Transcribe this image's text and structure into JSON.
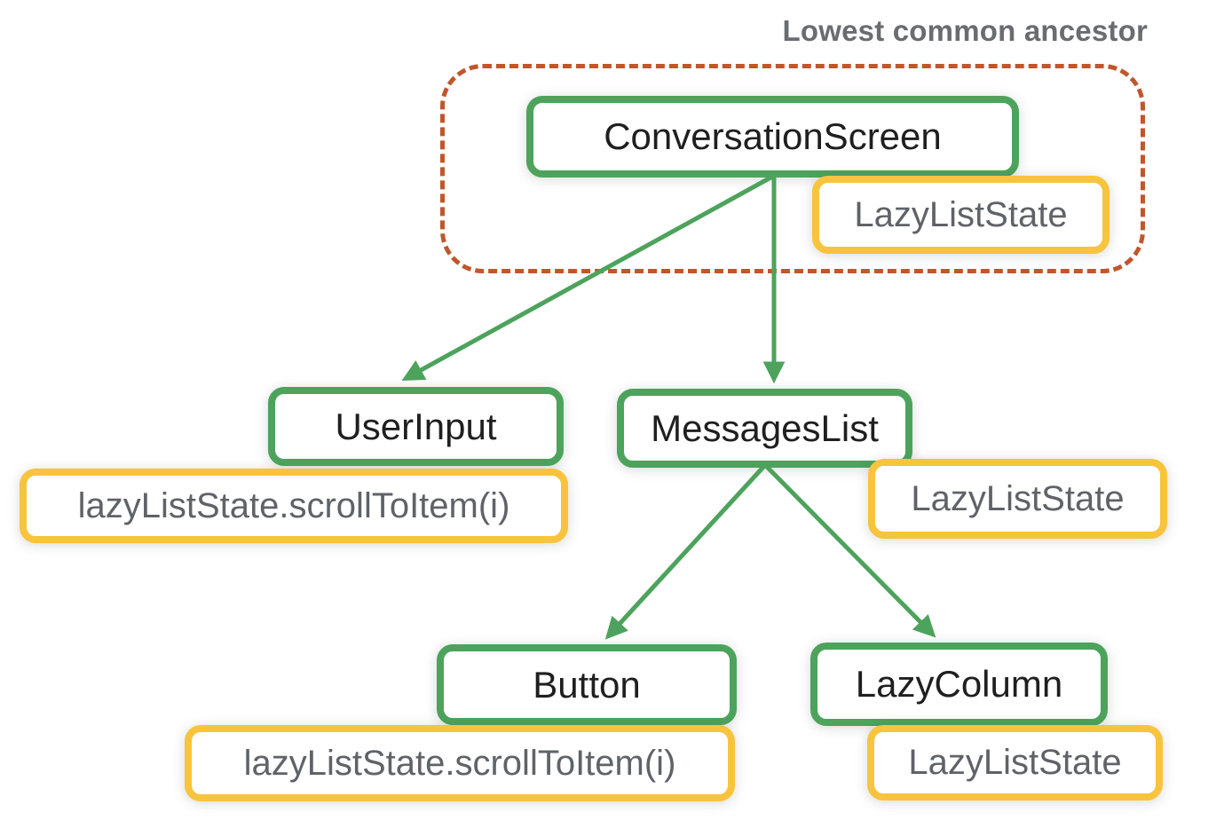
{
  "title": "Lowest common ancestor",
  "palette": {
    "node_border_green": "#4DA35C",
    "state_border_yellow": "#F8C43D",
    "ancestor_dash_orange": "#C0572C",
    "state_text_gray": "#5F6368",
    "node_text_black": "#1F1F1F",
    "title_text_gray": "#6A6D70",
    "background": "#FFFFFF"
  },
  "nodes": {
    "conversation_screen": {
      "label": "ConversationScreen"
    },
    "user_input": {
      "label": "UserInput"
    },
    "messages_list": {
      "label": "MessagesList"
    },
    "button": {
      "label": "Button"
    },
    "lazy_column": {
      "label": "LazyColumn"
    }
  },
  "states": {
    "hoisted": {
      "label": "LazyListState"
    },
    "messages_list": {
      "label": "LazyListState"
    },
    "lazy_column": {
      "label": "LazyListState"
    },
    "user_input_call": {
      "label": "lazyListState.scrollToItem(i)"
    },
    "button_call": {
      "label": "lazyListState.scrollToItem(i)"
    }
  },
  "edges": [
    {
      "from": "ConversationScreen",
      "to": "UserInput"
    },
    {
      "from": "ConversationScreen",
      "to": "MessagesList"
    },
    {
      "from": "MessagesList",
      "to": "Button"
    },
    {
      "from": "MessagesList",
      "to": "LazyColumn"
    }
  ]
}
